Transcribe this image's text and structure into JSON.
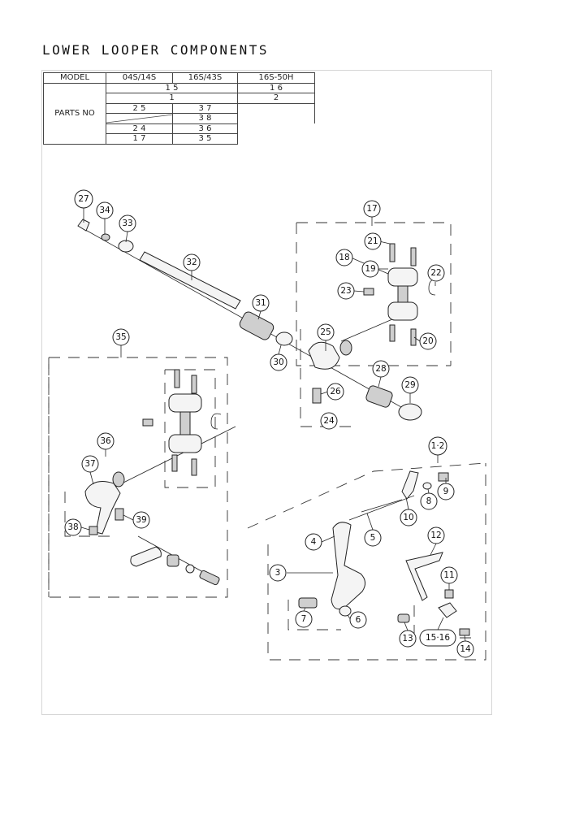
{
  "title": "LOWER LOOPER COMPONENTS",
  "table": {
    "head": [
      "MODEL",
      "04S/14S",
      "16S/43S",
      "16S-50H"
    ],
    "parts_label": "PARTS NO",
    "r1": {
      "a": "1 5",
      "b": "1 6"
    },
    "r2": {
      "a": "1",
      "b": "2"
    },
    "r3": {
      "a": "2 5",
      "b": "3 7"
    },
    "r4": {
      "b": "3 8"
    },
    "r5": {
      "a": "2 4",
      "b": "3 6"
    },
    "r6": {
      "a": "1 7",
      "b": "3 5"
    }
  },
  "callouts": [
    "27",
    "34",
    "33",
    "32",
    "31",
    "30",
    "25",
    "26",
    "24",
    "28",
    "29",
    "17",
    "21",
    "18",
    "19",
    "23",
    "22",
    "20",
    "35",
    "36",
    "37",
    "39",
    "38",
    "1·2",
    "9",
    "8",
    "10",
    "5",
    "4",
    "12",
    "3",
    "11",
    "7",
    "6",
    "13",
    "15·16",
    "14"
  ]
}
